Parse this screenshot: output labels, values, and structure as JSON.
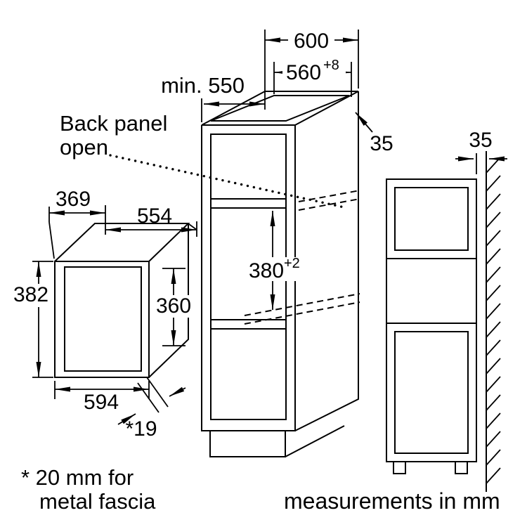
{
  "drawing": {
    "type": "built-in microwave installation drawing",
    "annotation": {
      "back_panel_line1": "Back panel",
      "back_panel_line2": "open"
    },
    "tall_cabinet": {
      "width": "600",
      "min_depth": "min. 550",
      "niche_width": "560",
      "niche_width_tolerance": "+8",
      "side_panel_thickness": "35",
      "niche_height": "380",
      "niche_height_tolerance": "+2"
    },
    "side_view": {
      "wall_clearance": "35"
    },
    "microwave": {
      "depth": "369",
      "top_width": "554",
      "overall_height": "382",
      "door_height": "360",
      "front_width": "594",
      "fascia_offset": "*19"
    },
    "footnote": {
      "line1": "* 20 mm for",
      "line2": "metal fascia"
    },
    "units_note": "measurements in mm",
    "colors": {
      "line": "#000000",
      "background": "#ffffff"
    }
  }
}
